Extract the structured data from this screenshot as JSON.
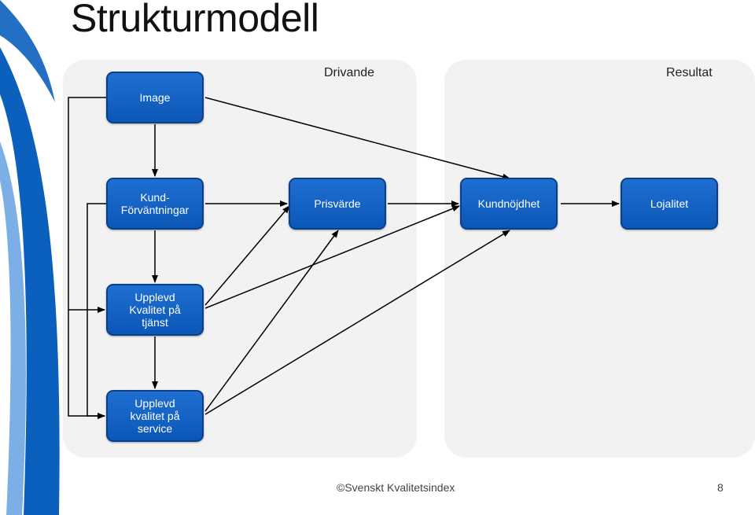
{
  "slide": {
    "title": "Strukturmodell",
    "panel_left_label": "Drivande",
    "panel_right_label": "Resultat",
    "footer_copyright": "©Svenskt Kvalitetsindex",
    "page_number": "8"
  },
  "nodes": {
    "image": "Image",
    "kund": "Kund-\nFörväntningar",
    "upplevd_tjanst": "Upplevd\nKvalitet på\ntjänst",
    "upplevd_service": "Upplevd\nkvalitet på\nservice",
    "prisvarde": "Prisvärde",
    "kundnojdhet": "Kundnöjdhet",
    "lojalitet": "Lojalitet"
  },
  "colors": {
    "node_fill": "#1565c8",
    "node_border": "#0a3f8a",
    "panel_bg": "#f2f2f2",
    "decor_blue": "#0b5fbd"
  },
  "edges": [
    {
      "from": "image",
      "to": "kundnojdhet"
    },
    {
      "from": "image",
      "to": "kund"
    },
    {
      "from": "kund",
      "to": "upplevd_tjanst"
    },
    {
      "from": "upplevd_tjanst",
      "to": "upplevd_service"
    },
    {
      "from": "image",
      "to": "upplevd_tjanst"
    },
    {
      "from": "image",
      "to": "upplevd_service"
    },
    {
      "from": "kund",
      "to": "upplevd_service"
    },
    {
      "from": "kund",
      "to": "prisvarde"
    },
    {
      "from": "prisvarde",
      "to": "kundnojdhet"
    },
    {
      "from": "kundnojdhet",
      "to": "lojalitet"
    },
    {
      "from": "upplevd_tjanst",
      "to": "prisvarde"
    },
    {
      "from": "upplevd_tjanst",
      "to": "kundnojdhet"
    },
    {
      "from": "upplevd_service",
      "to": "prisvarde"
    },
    {
      "from": "upplevd_service",
      "to": "kundnojdhet"
    }
  ]
}
